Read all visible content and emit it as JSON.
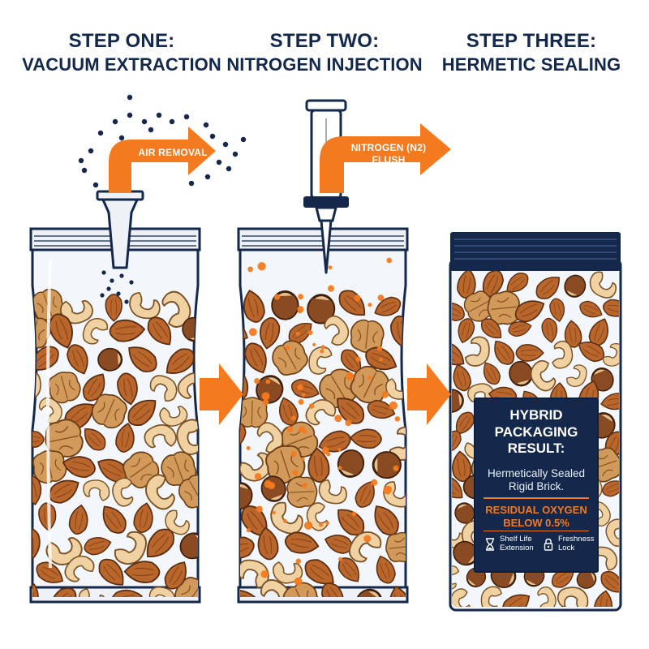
{
  "steps": [
    {
      "line1": "STEP ONE:",
      "line2": "VACUUM EXTRACTION"
    },
    {
      "line1": "STEP TWO:",
      "line2": "NITROGEN INJECTION"
    },
    {
      "line1": "STEP THREE:",
      "line2": "HERMETIC SEALING"
    }
  ],
  "flow_labels": {
    "air": "AIR REMOVAL",
    "nitrogen_line1": "NITROGEN (N2)",
    "nitrogen_line2": "FLUSH"
  },
  "result_card": {
    "title_line1": "HYBRID",
    "title_line2": "PACKAGING",
    "title_line3": "RESULT:",
    "subtitle_line1": "Hermetically Sealed",
    "subtitle_line2": "Rigid Brick.",
    "highlight_line1": "RESIDUAL OXYGEN",
    "highlight_line2": "BELOW 0.5%",
    "features": [
      {
        "icon": "hourglass-icon",
        "line1": "Shelf Life",
        "line2": "Extension"
      },
      {
        "icon": "lock-icon",
        "line1": "Freshness",
        "line2": "Lock"
      }
    ]
  },
  "colors": {
    "navy": "#13284a",
    "orange": "#f47a20",
    "almond": "#b9662c",
    "cashew": "#f0d2a2",
    "walnut": "#d29a5a",
    "hazelnut": "#8a4a22"
  }
}
